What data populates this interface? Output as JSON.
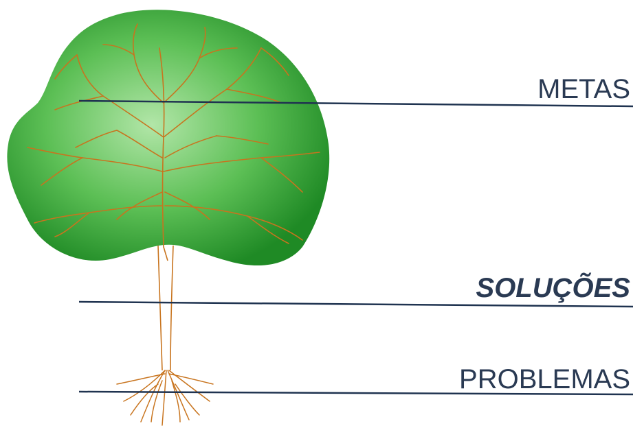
{
  "labels": {
    "metas": "METAS",
    "solucoes": "SOLUÇÕES",
    "problemas": "PROBLEMAS"
  },
  "colors": {
    "foliage_light": "#a8e0a0",
    "foliage_dark": "#1f8a25",
    "branches": "#c8741e",
    "lines": "#1f3350",
    "label_text": "#2a3a53"
  }
}
